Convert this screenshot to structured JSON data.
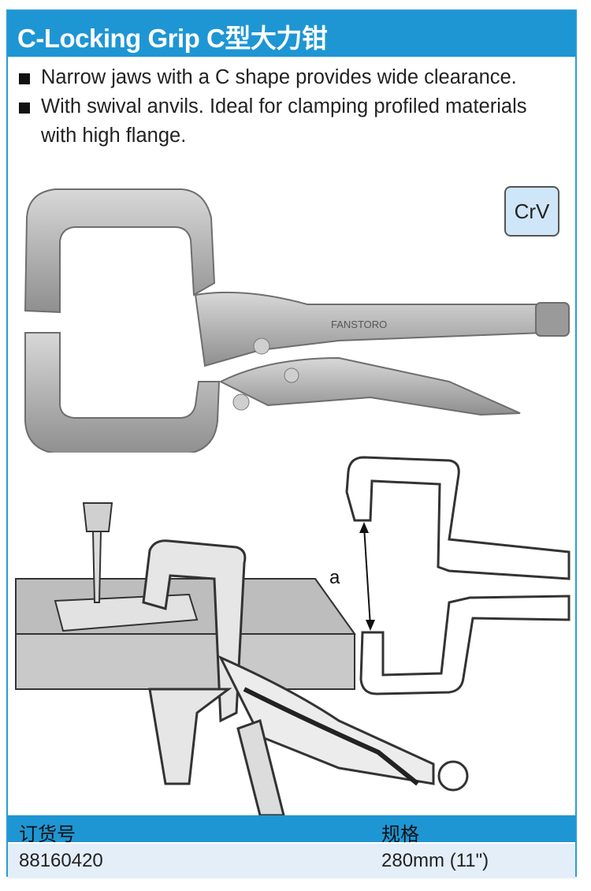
{
  "header": {
    "title": "C-Locking Grip   C型大力钳"
  },
  "bullets": [
    "Narrow jaws with a C shape provides wide clearance.",
    "With swival anvils. Ideal for clamping profiled materials with high flange."
  ],
  "badge": {
    "label": "CrV"
  },
  "tool": {
    "brand": "FANSTORO"
  },
  "diagram": {
    "dimension_label": "a"
  },
  "table": {
    "headers": [
      "订货号",
      "规格"
    ],
    "rows": [
      {
        "order_no": "88160420",
        "spec": "280mm (11\")"
      }
    ]
  },
  "colors": {
    "accent": "#1e96d4",
    "row_bg": "#e3eef8",
    "badge_bg": "#cfe6f8"
  }
}
